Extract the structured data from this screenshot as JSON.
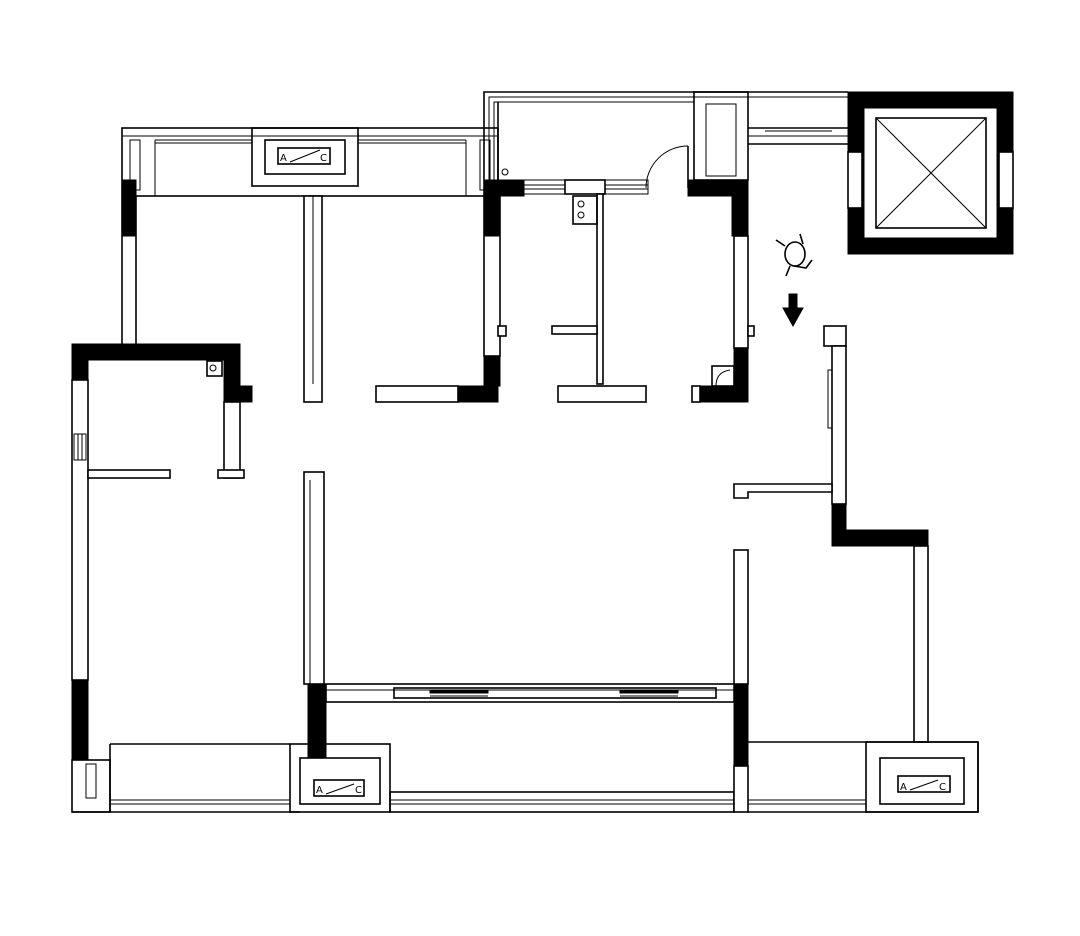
{
  "plan": {
    "ac_units": [
      {
        "left": "A",
        "right": "C"
      },
      {
        "left": "A",
        "right": "C"
      },
      {
        "left": "A",
        "right": "C"
      }
    ],
    "icons": {
      "elevator": "elevator-x-icon",
      "person": "person-figure-icon",
      "entry_arrow": "entry-arrow-icon",
      "drain": "floor-drain-icon"
    },
    "colors": {
      "wall": "#000000",
      "background": "#ffffff"
    }
  }
}
